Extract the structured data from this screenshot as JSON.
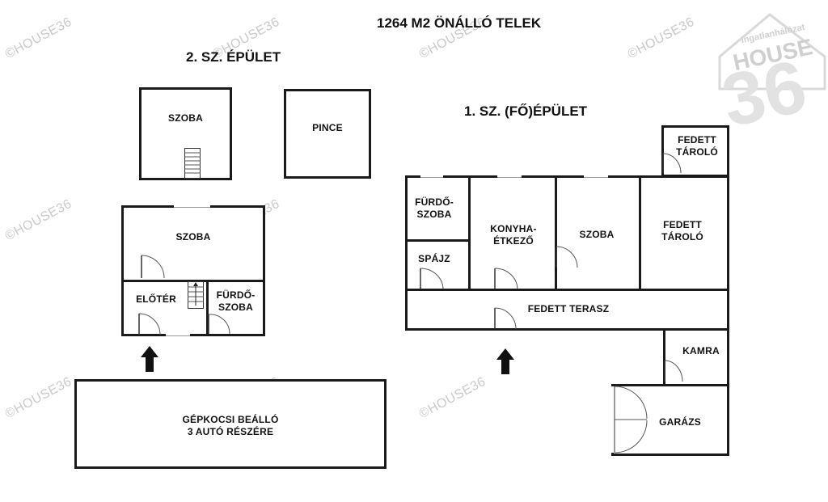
{
  "header": {
    "main_title": "1264 M2 ÖNÁLLÓ TELEK",
    "building2_title": "2. SZ. ÉPÜLET",
    "building1_title": "1. SZ. (FŐ)ÉPÜLET"
  },
  "building2": {
    "upper_room": "SZOBA",
    "cellar": "PINCE",
    "main_room": "SZOBA",
    "entrance": "ELŐTÉR",
    "bathroom": "FÜRDŐ-\nSZOBA"
  },
  "parking": {
    "label": "GÉPKOCSI BEÁLLÓ\n3 AUTÓ RÉSZÉRE"
  },
  "building1": {
    "covered_storage_small": "FEDETT\nTÁROLÓ",
    "bathroom": "FÜRDŐ-\nSZOBA",
    "pantry": "SPÁJZ",
    "kitchen_dining": "KONYHA-\nÉTKEZŐ",
    "room": "SZOBA",
    "covered_storage_large": "FEDETT\nTÁROLÓ",
    "covered_terrace": "FEDETT TERASZ",
    "storeroom": "KAMRA",
    "garage": "GARÁZS"
  },
  "watermark": {
    "text": "©HOUSE36",
    "logo_line1": "ingatlanhálózat",
    "logo_line2": "HOUSE",
    "logo_number": "36"
  }
}
